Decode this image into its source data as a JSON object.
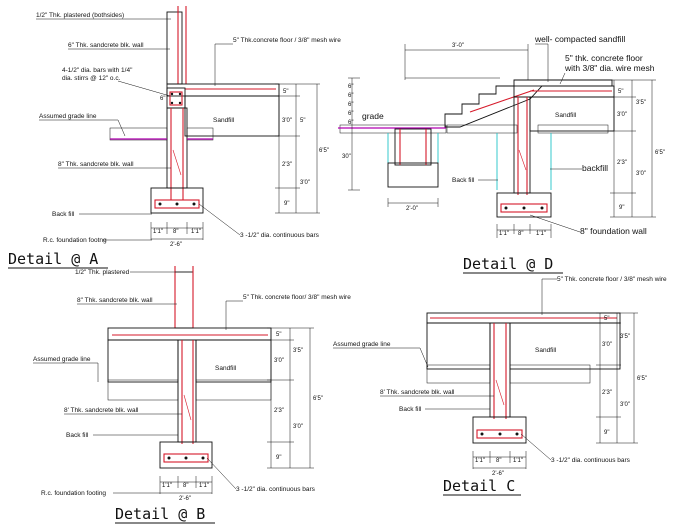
{
  "detailA": {
    "title": "Detail @ A",
    "plaster": "1/2\" Thk. plastered (bothsides)",
    "wall_top": "6\" Thk. sandcrete blk. wall",
    "floor": "5\" Thk.concrete floor / 3/8\" mesh wire",
    "bars_1": "4-1/2\" dia. bars with 1/4\"",
    "bars_2": "dia. stirrs @ 12\" o.c.",
    "grade": "Assumed grade line",
    "sandfill": "Sandfill",
    "wall_mid": "8\" Thk. sandcrete blk. wall",
    "backfill": "Back fill",
    "footing": "R.c. foundation footng",
    "bars_cont": "3 -1/2\" dia. continuous bars",
    "dims": {
      "d1": "1'1\"",
      "d2": "8\"",
      "d3": "1'1\"",
      "total": "2'-6\""
    },
    "vdims": {
      "v5a": "5\"",
      "v5b": "5\"",
      "v3": "3'0\"",
      "v23": "2'3\"",
      "v65": "6'5\"",
      "v30": "3'0\"",
      "v9": "9\"",
      "v6": "6\""
    }
  },
  "detailD": {
    "title": "Detail @ D",
    "top_dim": "3'-0\"",
    "compacted": "well- compacted sandfill",
    "floor_1": "5\" thk. concrete floor",
    "floor_2": "with 3/8\" dia. wire mesh",
    "grade": "grade",
    "sandfill": "Sandfill",
    "backfill_r": "backfill",
    "backfill_l": "Back fill",
    "foundation_wall": "8\" foundation wall",
    "dims": {
      "d1": "1'1\"",
      "d2": "8\"",
      "d3": "1'1\"",
      "pad": "2'-0\""
    },
    "vdims": {
      "v5": "5\"",
      "v3": "3'0\"",
      "v35": "3'5\"",
      "v23": "2'3\"",
      "v65": "6'5\"",
      "v30": "3'0\"",
      "v9": "9\"",
      "v30l": "30\""
    },
    "steps": [
      "6\"",
      "6\"",
      "6\"",
      "6\"",
      "6\""
    ]
  },
  "detailB": {
    "title": "Detail @ B",
    "plaster": "1/2\" Thk. plastered",
    "wall_top": "8\" Thk. sandcrete blk. wall",
    "floor": "5\" Thk. concrete floor/ 3/8\" mesh wire",
    "grade": "Assumed grade line",
    "sandfill": "Sandfill",
    "wall_mid": "8' Thk. sandcrete blk. wall",
    "backfill": "Back fill",
    "footing": "R.c. foundation footing",
    "bars_cont": "3 -1/2\" dia. continuous bars",
    "dims": {
      "d1": "1'1\"",
      "d2": "8\"",
      "d3": "1'1\"",
      "total": "2'-6\""
    },
    "vdims": {
      "v5": "5\"",
      "v30": "3'0\"",
      "v35": "3'5\"",
      "v23": "2'3\"",
      "v65": "6'5\"",
      "v30b": "3'0\"",
      "v9": "9\""
    }
  },
  "detailC": {
    "title": "Detail C",
    "floor": "5\" Thk. concrete  floor / 3/8\" mesh wire",
    "grade": "Assumed grade line",
    "sandfill": "Sandfill",
    "wall_mid": "8' Thk. sandcrete blk. wall",
    "backfill": "Back fill",
    "bars_cont": "3 -1/2\" dia. continuous bars",
    "dims": {
      "d1": "1'1\"",
      "d2": "8\"",
      "d3": "1'1\"",
      "total": "2'-6\""
    },
    "vdims": {
      "v5": "5\"",
      "v30": "3'0\"",
      "v35": "3'5\"",
      "v23": "2'3\"",
      "v65": "6'5\"",
      "v30b": "3'0\"",
      "v9": "9\""
    }
  },
  "colors": {
    "line": "#111111",
    "reinforcement": "#d61a2a",
    "grade": "#b000b0",
    "backfill_edge": "#21c4c9"
  }
}
